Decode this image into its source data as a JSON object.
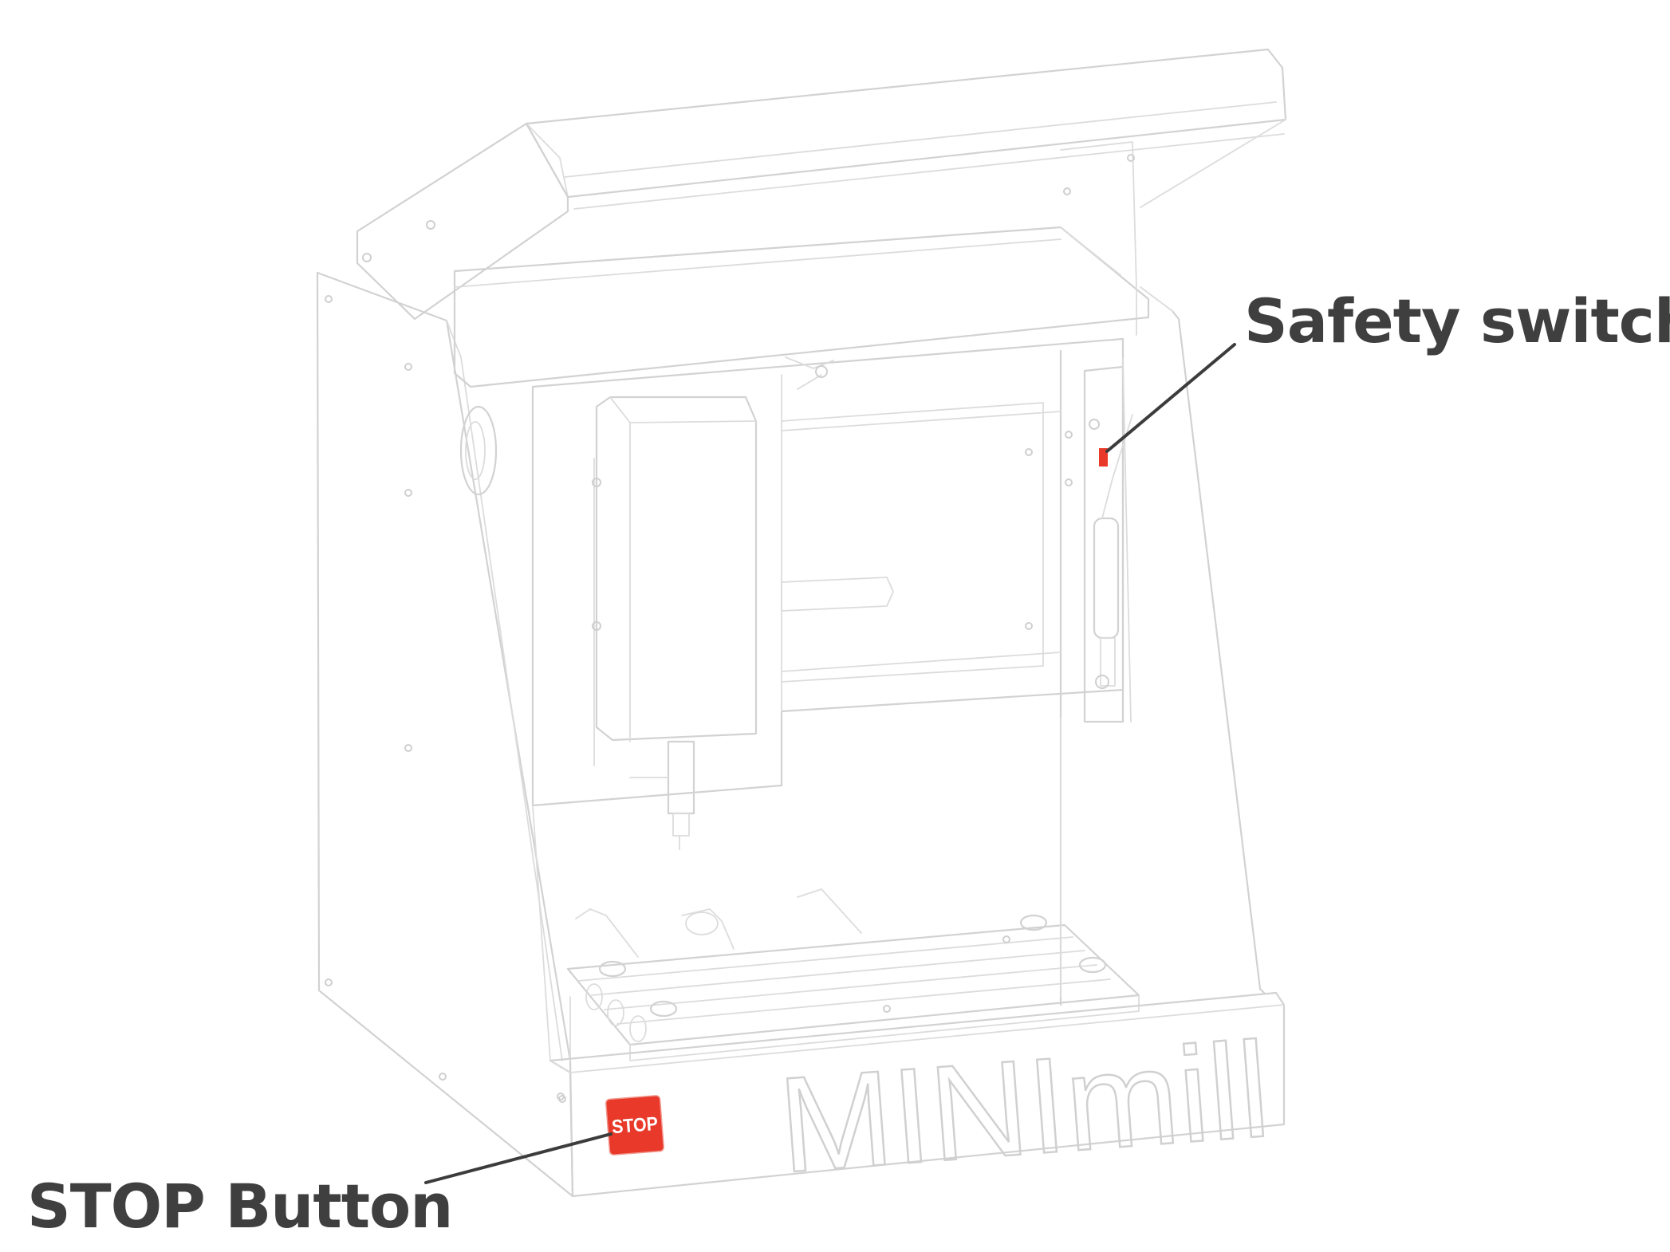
{
  "callouts": {
    "safety_switch": "Safety switch",
    "stop_button": "STOP Button"
  },
  "machine": {
    "brand_text": "MINImill",
    "stop_button_text": "STOP"
  },
  "colors": {
    "highlight_red": "#e8392a",
    "outline_gray": "#d2d2d2",
    "label_dark": "#3f3f3f"
  }
}
